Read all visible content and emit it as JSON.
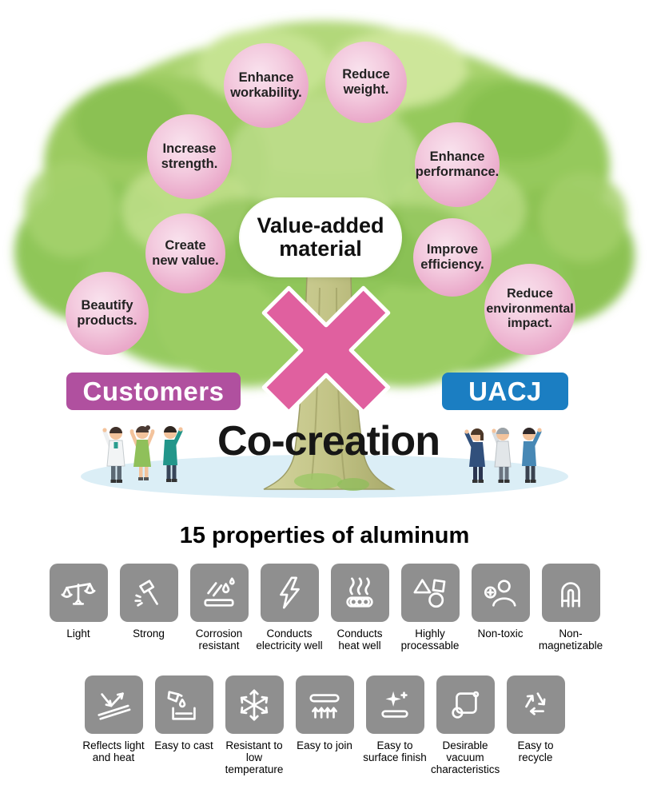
{
  "tree": {
    "fruits": [
      {
        "label": "Beautify products."
      },
      {
        "label": "Create new value."
      },
      {
        "label": "Increase strength."
      },
      {
        "label": "Enhance workability."
      },
      {
        "label": "Reduce weight."
      },
      {
        "label": "Enhance performance."
      },
      {
        "label": "Improve efficiency."
      },
      {
        "label": "Reduce environmental impact."
      }
    ],
    "center_bubble": "Value-added material",
    "customers_label": "Customers",
    "uacj_label": "UACJ",
    "cocreation_label": "Co-creation"
  },
  "colors": {
    "customers_bg": "#b0509f",
    "uacj_bg": "#1b7ec2",
    "x_mark": "#e0609f",
    "fruit_pink": "#eeb9d3",
    "tile_gray": "#8f8f8f"
  },
  "properties": {
    "title": "15 properties of aluminum",
    "row1": [
      {
        "label": "Light",
        "icon": "balance-scale-icon"
      },
      {
        "label": "Strong",
        "icon": "hammer-impact-icon"
      },
      {
        "label": "Corrosion resistant",
        "icon": "droplets-surface-icon"
      },
      {
        "label": "Conducts electricity well",
        "icon": "lightning-icon"
      },
      {
        "label": "Conducts heat well",
        "icon": "heat-waves-icon"
      },
      {
        "label": "Highly processable",
        "icon": "shapes-icon"
      },
      {
        "label": "Non-toxic",
        "icon": "person-health-icon"
      },
      {
        "label": "Non-magnetizable",
        "icon": "magnet-icon"
      }
    ],
    "row2": [
      {
        "label": "Reflects light and heat",
        "icon": "reflect-arrows-icon"
      },
      {
        "label": "Easy to cast",
        "icon": "pour-cast-icon"
      },
      {
        "label": "Resistant to low temperature",
        "icon": "snowflake-icon"
      },
      {
        "label": "Easy to join",
        "icon": "join-arrows-icon"
      },
      {
        "label": "Easy to surface finish",
        "icon": "sparkle-surface-icon"
      },
      {
        "label": "Desirable vacuum characteristics",
        "icon": "vacuum-chamber-icon"
      },
      {
        "label": "Easy to recycle",
        "icon": "recycle-icon"
      }
    ]
  }
}
